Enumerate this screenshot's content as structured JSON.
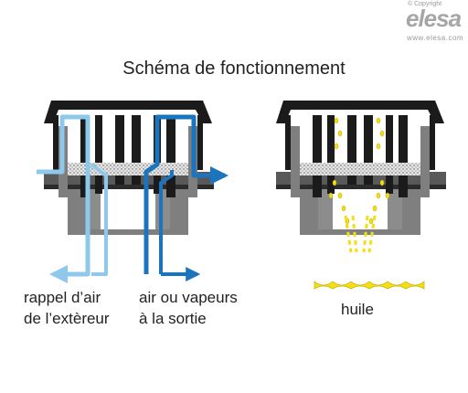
{
  "logo": {
    "copyright": "© Copyright",
    "brand": "elesa",
    "url": "www.elesa.com"
  },
  "title": "Schéma de fonctionnement",
  "left_diagram": {
    "label_inlet_line1": "rappel d’air",
    "label_inlet_line2": "de l’extèreur",
    "label_outlet_line1": "air ou vapeurs",
    "label_outlet_line2": "à la sortie"
  },
  "right_diagram": {
    "label_oil": "huile"
  },
  "colors": {
    "cap": "#1b1b1b",
    "gray_body": "#7f7f7f",
    "filter": "#d9d9d9",
    "light_blue_arrow": "#8ec9ec",
    "dark_blue_arrow": "#1c75bc",
    "oil": "#f2df18"
  }
}
